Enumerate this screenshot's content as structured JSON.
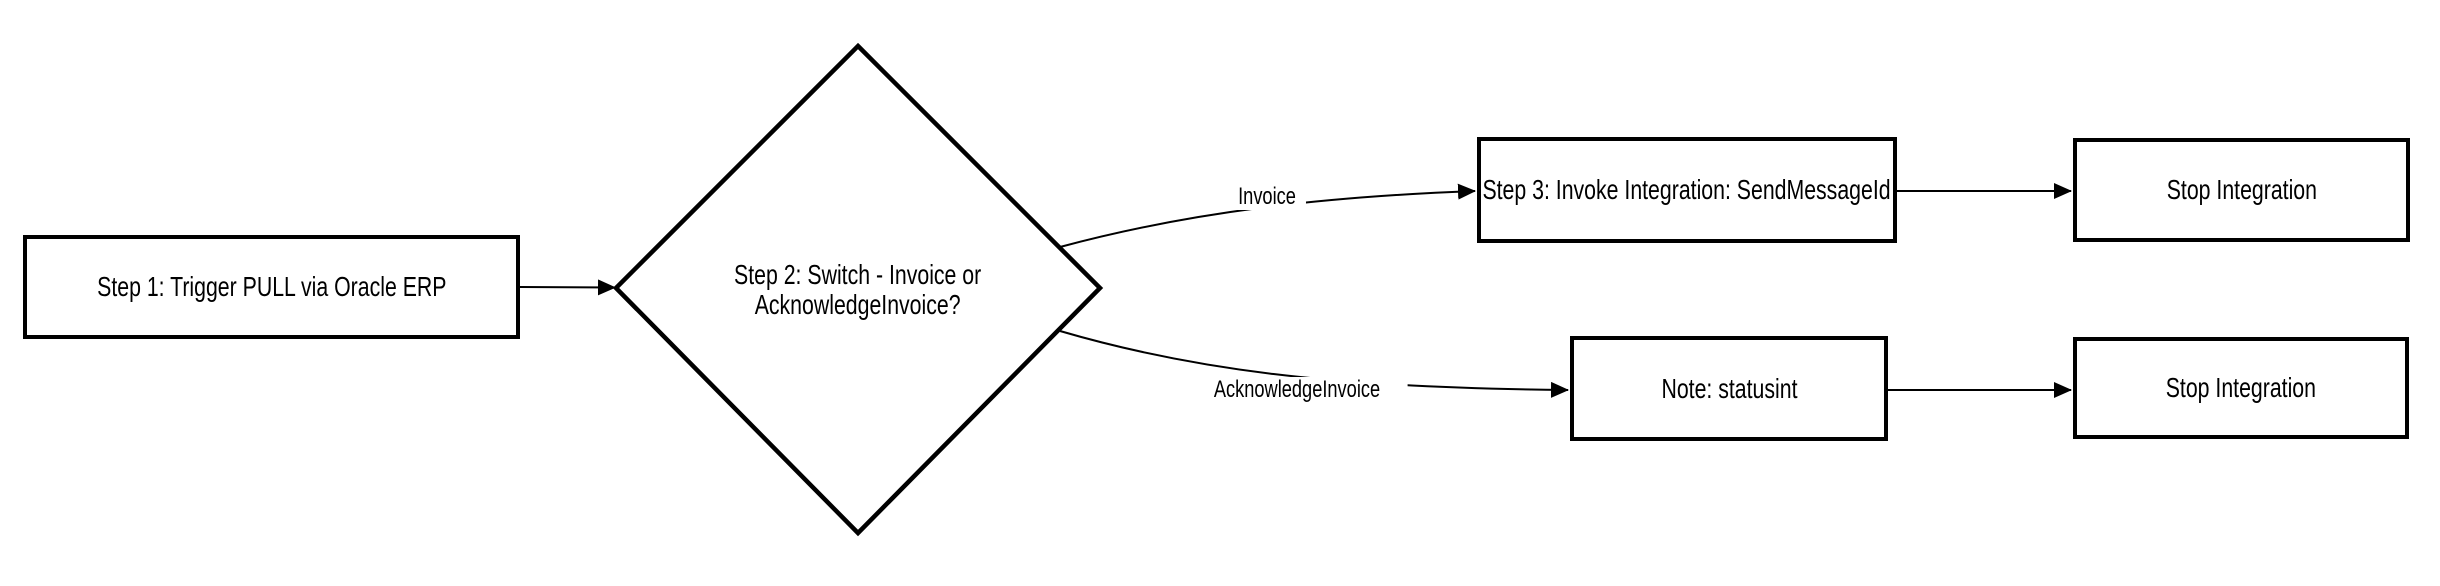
{
  "diagram": {
    "type": "flowchart",
    "colors": {
      "background": "#ffffff",
      "node_fill": "#ffffff",
      "stroke": "#000000",
      "text": "#000000"
    },
    "nodes": {
      "step1": {
        "label": "Step 1: Trigger PULL via Oracle ERP",
        "shape": "rectangle"
      },
      "step2": {
        "label": "Step 2: Switch - Invoice or\nAcknowledgeInvoice?",
        "shape": "diamond"
      },
      "step3": {
        "label": "Step 3: Invoke Integration: SendMessageId",
        "shape": "rectangle"
      },
      "note": {
        "label": "Note: statusint",
        "shape": "rectangle"
      },
      "stop_top": {
        "label": "Stop Integration",
        "shape": "rectangle"
      },
      "stop_bottom": {
        "label": "Stop Integration",
        "shape": "rectangle"
      }
    },
    "edges": [
      {
        "from": "step1",
        "to": "step2",
        "label": ""
      },
      {
        "from": "step2",
        "to": "step3",
        "label": "Invoice"
      },
      {
        "from": "step3",
        "to": "stop_top",
        "label": ""
      },
      {
        "from": "step2",
        "to": "note",
        "label": "AcknowledgeInvoice"
      },
      {
        "from": "note",
        "to": "stop_bottom",
        "label": ""
      }
    ]
  }
}
